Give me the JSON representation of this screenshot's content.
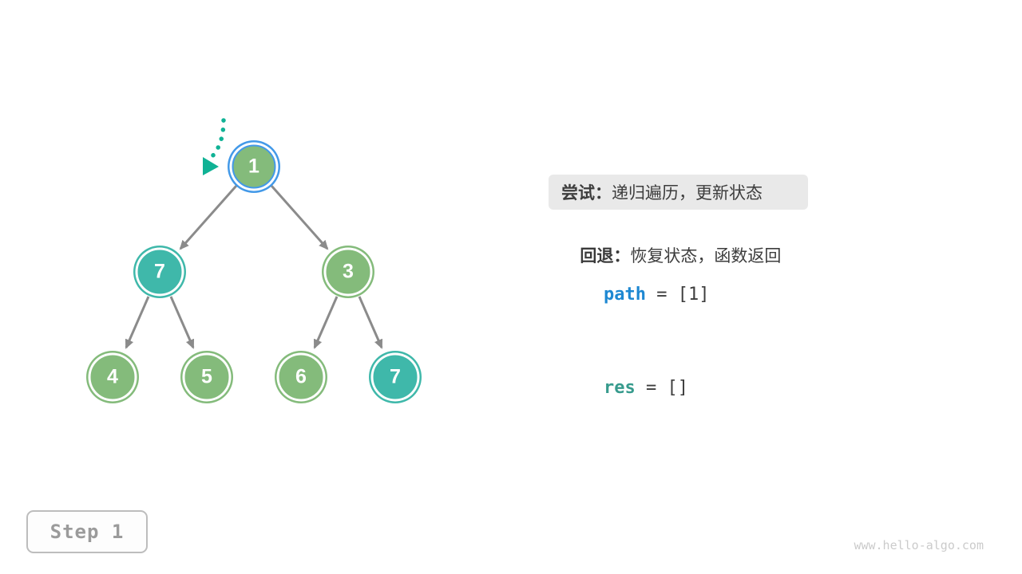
{
  "palette": {
    "node_green": "#84bb7b",
    "node_teal": "#3fb8aa",
    "ring_blue": "#4399e8",
    "edge_gray": "#8b8b8b",
    "pointer_green": "#10b295",
    "code_blue": "#1e88d2",
    "code_teal": "#379b8d",
    "text_dark": "#3d3d3d",
    "box_gray": "#e9e9e9",
    "step_gray": "#9b9b9b",
    "watermark_gray": "#cbcbcb"
  },
  "tree": {
    "nodes": [
      {
        "value": "1",
        "fill": "node_green",
        "ring": "ring_blue"
      },
      {
        "value": "7",
        "fill": "node_teal",
        "ring": "node_teal"
      },
      {
        "value": "3",
        "fill": "node_green",
        "ring": "node_green"
      },
      {
        "value": "4",
        "fill": "node_green",
        "ring": "node_green"
      },
      {
        "value": "5",
        "fill": "node_green",
        "ring": "node_green"
      },
      {
        "value": "6",
        "fill": "node_green",
        "ring": "node_green"
      },
      {
        "value": "7",
        "fill": "node_teal",
        "ring": "node_teal"
      }
    ],
    "edges": [
      [
        0,
        1
      ],
      [
        0,
        2
      ],
      [
        1,
        3
      ],
      [
        1,
        4
      ],
      [
        2,
        5
      ],
      [
        2,
        6
      ]
    ],
    "pointer_icon": "dotted-arrow"
  },
  "panel": {
    "try_label": "尝试：",
    "try_text": "递归遍历，更新状态",
    "back_label": "回退：",
    "back_text": "恢复状态，函数返回",
    "path_var": "path",
    "path_rest": " = [1]",
    "res_var": "res",
    "res_rest": " = []"
  },
  "step_badge": "Step 1",
  "watermark": "www.hello-algo.com"
}
